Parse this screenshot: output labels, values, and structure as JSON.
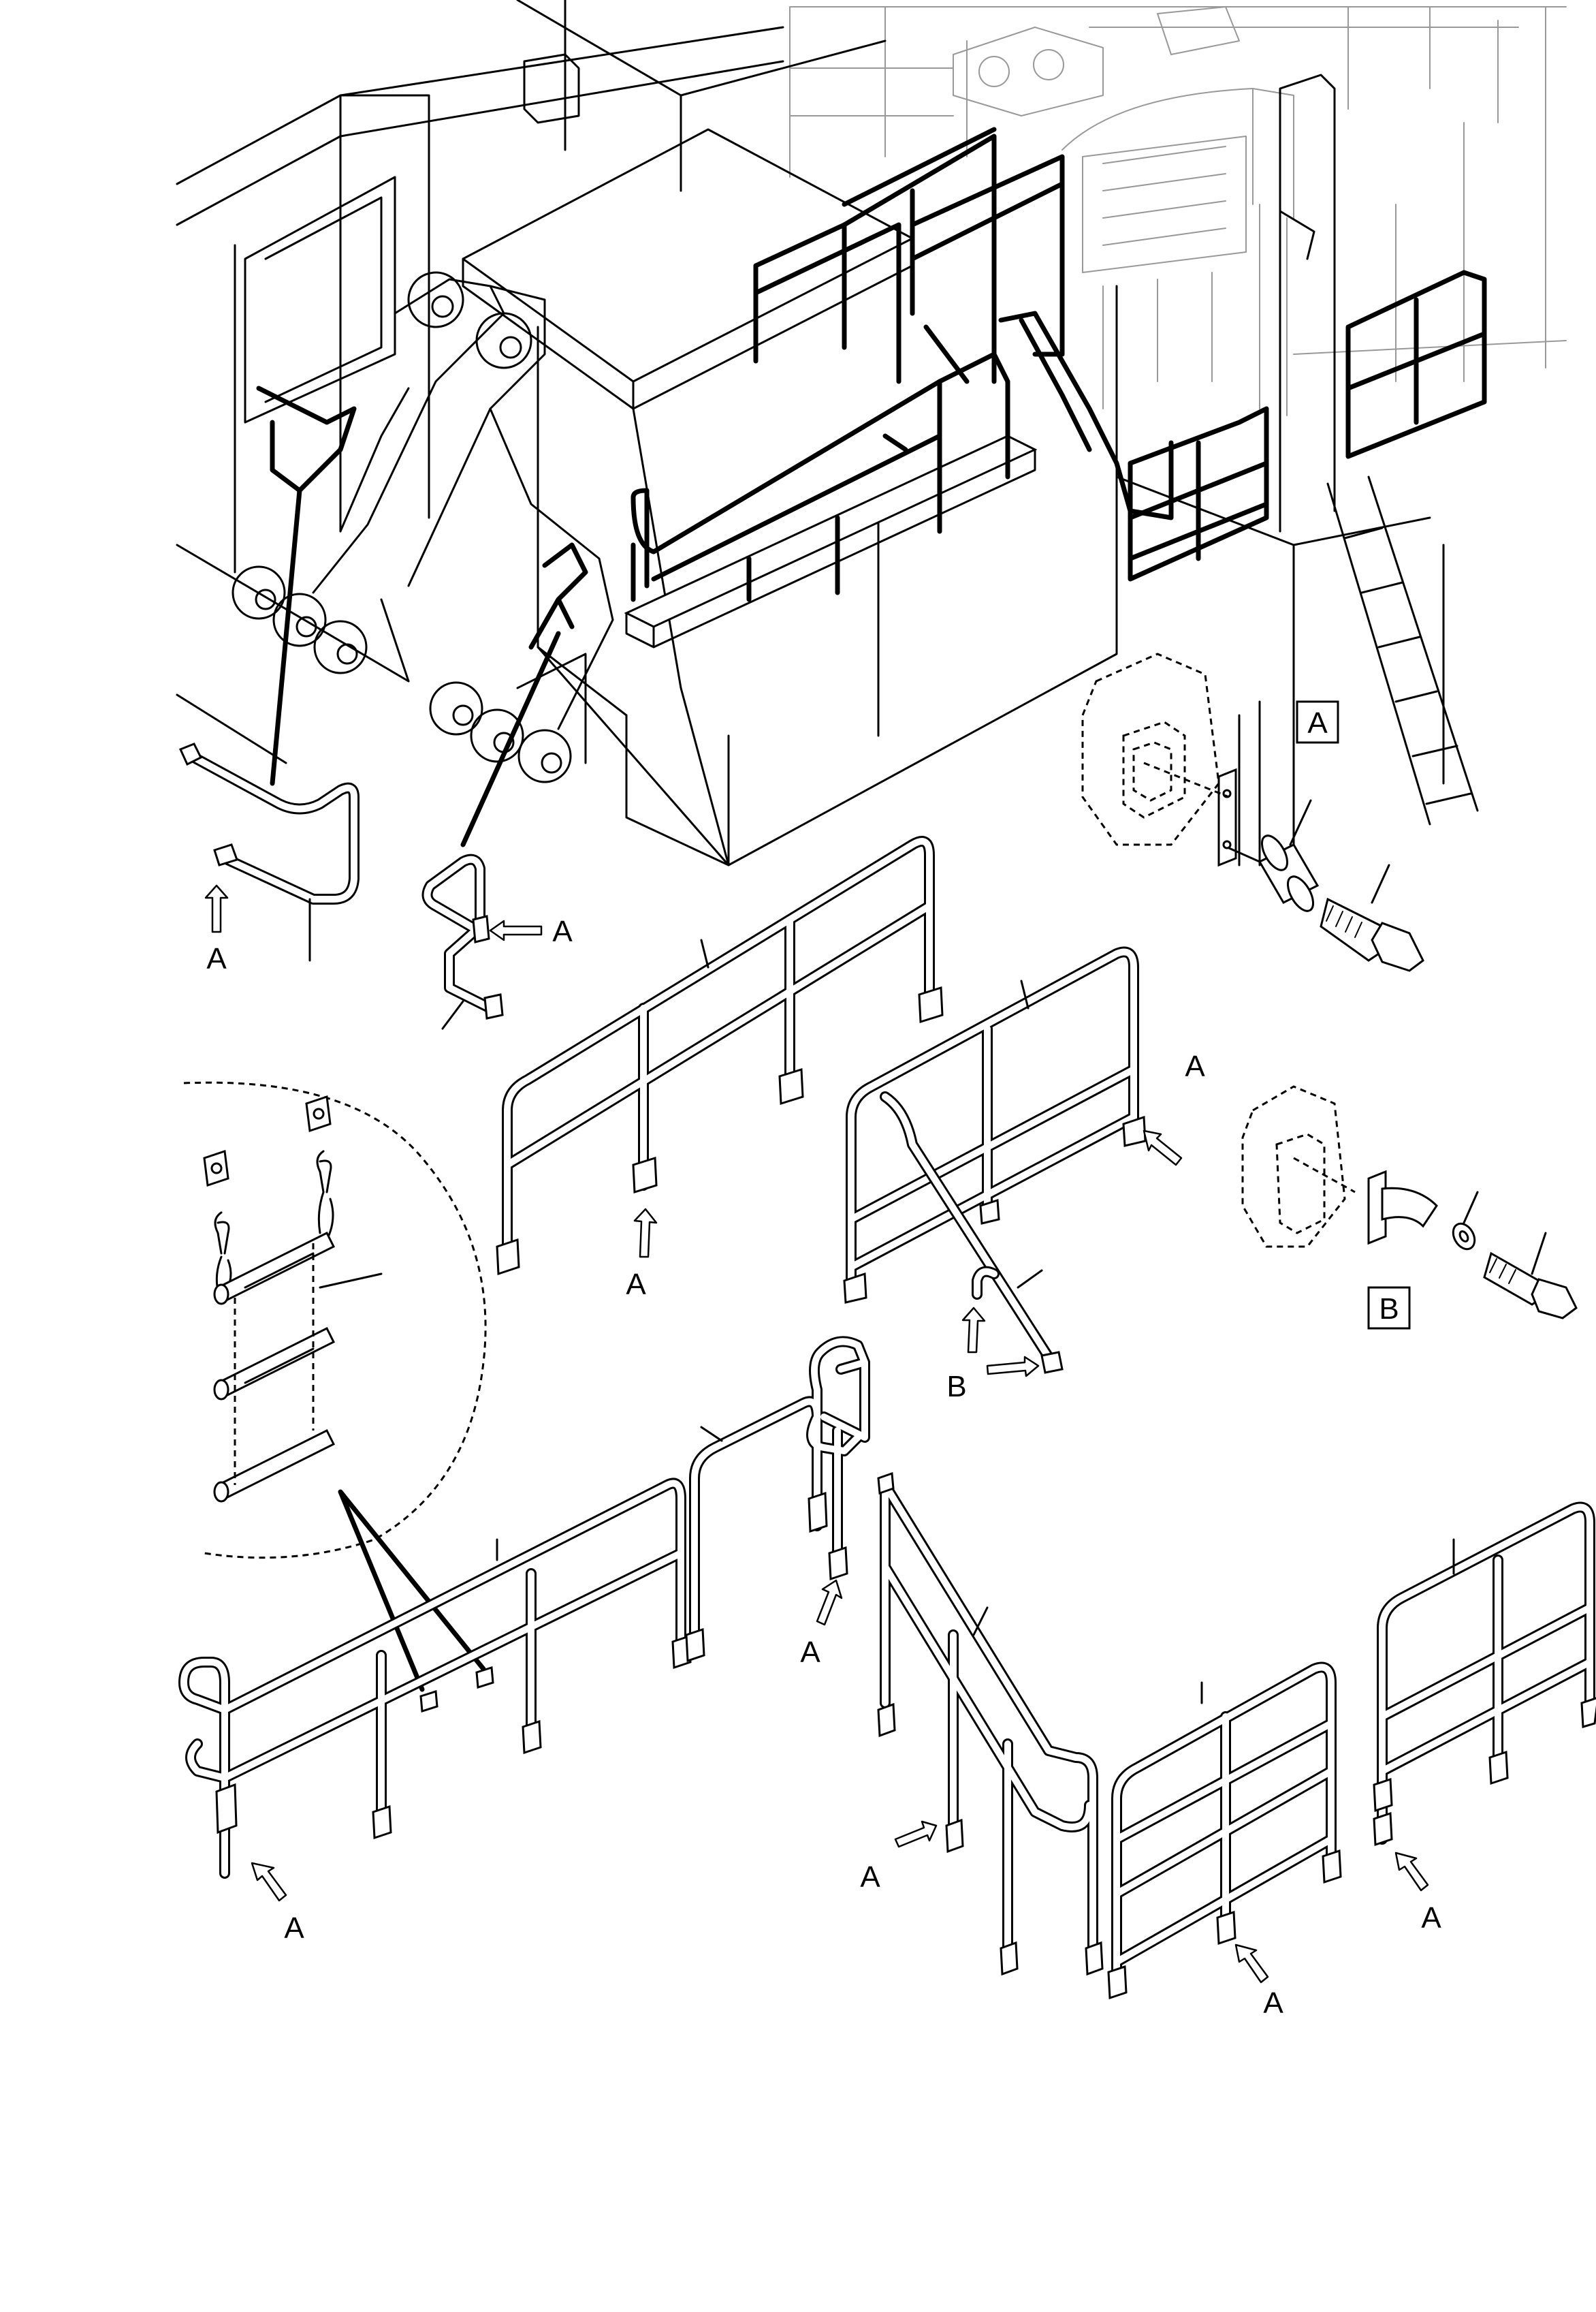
{
  "callouts": {
    "detail_a_box": "A",
    "detail_b_box": "B",
    "mount_a": "A",
    "mount_b": "B"
  },
  "colors": {
    "line": "#000000",
    "background_linework": "#999999",
    "paper": "#ffffff"
  }
}
